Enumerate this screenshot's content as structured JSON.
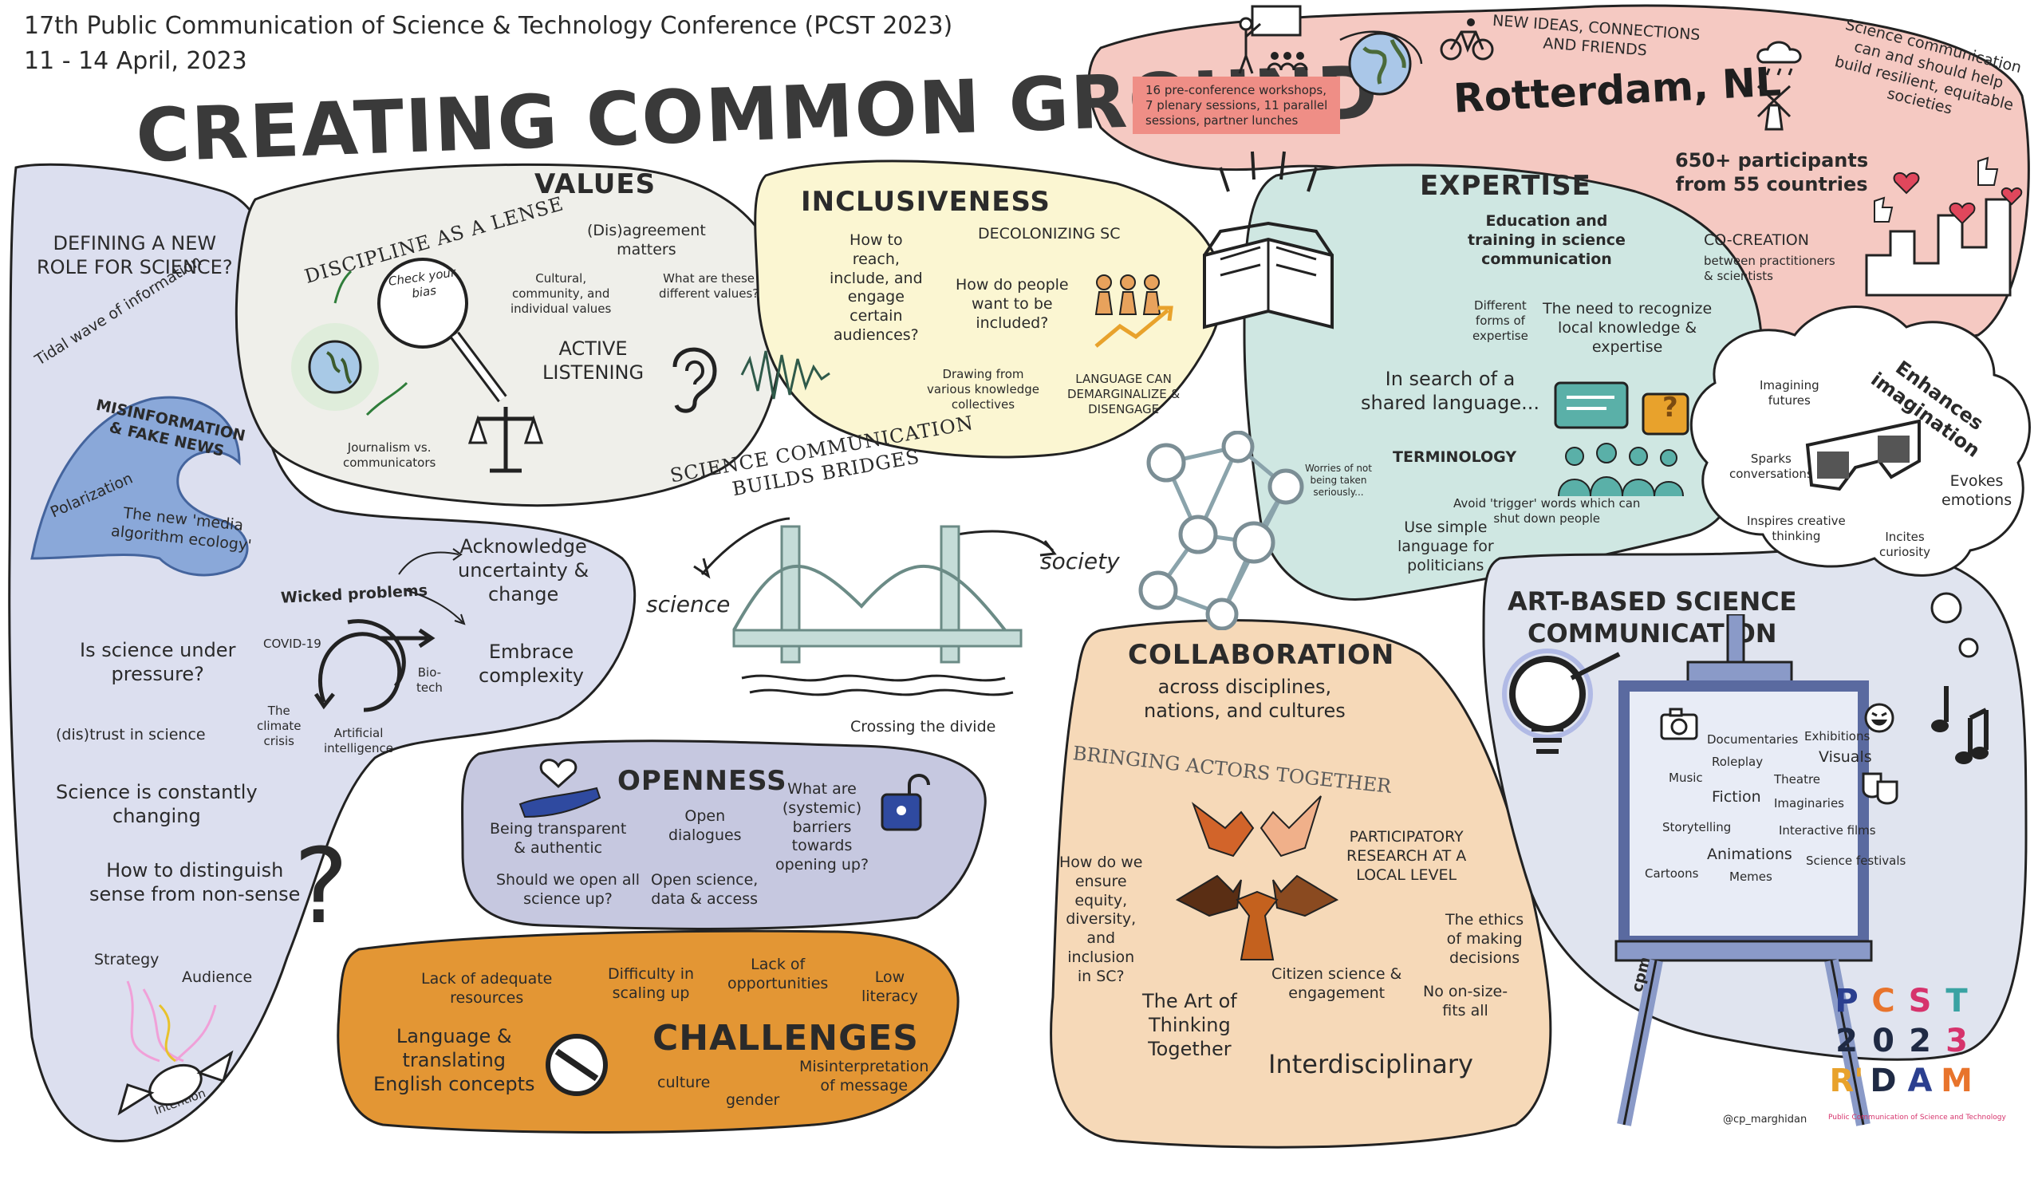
{
  "header": {
    "conference": "17th Public Communication of Science & Technology Conference (PCST 2023)",
    "dates": "11 - 14 April, 2023",
    "main_title": "CREATING COMMON GROUND"
  },
  "rotterdam": {
    "box_text": "16 pre-conference workshops,\n7 plenary sessions, 11 parallel\nsessions, partner lunches",
    "new_ideas": "NEW IDEAS, CONNECTIONS\nAND FRIENDS",
    "city": "Rotterdam, NL",
    "participants": "650+ participants\nfrom 55 countries",
    "cocreation_title": "CO-CREATION",
    "cocreation_sub": "between practitioners\n& scientists",
    "resilient": "Science communication\ncan and should help\nbuild resilient, equitable\nsocieties"
  },
  "defining": {
    "title": "DEFINING A NEW\nROLE FOR SCIENCE?",
    "tidal": "Tidal wave of information",
    "misinfo": "MISINFORMATION\n& FAKE NEWS",
    "polarization": "Polarization",
    "media": "The new 'media\nalgorithm ecology'",
    "under_pressure": "Is science under\npressure?",
    "distrust": "(dis)trust in science",
    "changing": "Science is constantly\nchanging",
    "distinguish": "How to distinguish\nsense from non-sense",
    "question_mark": "?",
    "strategy": "Strategy",
    "audience": "Audience",
    "intention": "Intention"
  },
  "wicked": {
    "title": "Wicked problems",
    "covid": "COVID-19",
    "climate": "The\nclimate\ncrisis",
    "ai": "Artificial\nintelligence",
    "biotech": "Bio-\ntech",
    "acknowledge": "Acknowledge\nuncertainty &\nchange",
    "embrace": "Embrace\ncomplexity"
  },
  "values": {
    "title": "VALUES",
    "lens": "DISCIPLINE AS A LENSE",
    "check_bias": "Check your\nbias",
    "disagreement": "(Dis)agreement\nmatters",
    "cultural": "Cultural,\ncommunity, and\nindividual values",
    "different": "What are these\ndifferent values?",
    "active_listening": "ACTIVE\nLISTENING",
    "journalism": "Journalism vs.\ncommunicators"
  },
  "inclusiveness": {
    "title": "INCLUSIVENESS",
    "decolonizing": "DECOLONIZING SC",
    "how_to_reach": "How to\nreach,\ninclude, and\nengage\ncertain\naudiences?",
    "how_people": "How do people\nwant to be\nincluded?",
    "drawing": "Drawing from\nvarious knowledge\ncollectives",
    "language": "LANGUAGE CAN\nDEMARGINALIZE &\nDISENGAGE"
  },
  "expertise": {
    "title": "EXPERTISE",
    "education": "Education and\ntraining in science\ncommunication",
    "different_forms": "Different\nforms of\nexpertise",
    "need_recognize": "The need to recognize\nlocal knowledge &\nexpertise",
    "shared_language": "In search of a\nshared language...",
    "terminology": "TERMINOLOGY",
    "worries": "Worries of not\nbeing taken\nseriously...",
    "avoid": "Avoid 'trigger' words which can\nshut down people",
    "use_simple": "Use simple\nlanguage for\npoliticians"
  },
  "bridges": {
    "title": "SCIENCE COMMUNICATION\nBUILDS BRIDGES",
    "science": "science",
    "society": "society",
    "crossing": "Crossing the divide"
  },
  "openness": {
    "title": "OPENNESS",
    "transparent": "Being transparent\n& authentic",
    "open_dialogues": "Open\ndialogues",
    "barriers": "What are\n(systemic)\nbarriers\ntowards\nopening up?",
    "open_all": "Should we open all\nscience up?",
    "open_science": "Open science,\ndata & access"
  },
  "challenges": {
    "title": "CHALLENGES",
    "lack_resources": "Lack of adequate\nresources",
    "scaling": "Difficulty in\nscaling up",
    "opportunities": "Lack of\nopportunities",
    "literacy": "Low\nliteracy",
    "language": "Language &\ntranslating\nEnglish concepts",
    "culture": "culture",
    "gender": "gender",
    "misinterpretation": "Misinterpretation\nof message"
  },
  "collaboration": {
    "title": "COLLABORATION",
    "across": "across disciplines,\nnations, and cultures",
    "bringing": "BRINGING ACTORS TOGETHER",
    "equity": "How do we\nensure\nequity,\ndiversity,\nand\ninclusion\nin SC?",
    "participatory": "PARTICIPATORY\nRESEARCH AT A\nLOCAL LEVEL",
    "ethics": "The ethics\nof making\ndecisions",
    "citizen": "Citizen science &\nengagement",
    "no_one_size": "No on-size-\nfits all",
    "art_thinking": "The Art of\nThinking\nTogether",
    "interdisciplinary": "Interdisciplinary"
  },
  "imagination": {
    "imagining": "Imagining\nfutures",
    "enhances": "Enhances\nimagination",
    "sparks": "Sparks\nconversations",
    "evokes": "Evokes\nemotions",
    "inspires": "Inspires creative\nthinking",
    "incites": "Incites\ncuriosity"
  },
  "art": {
    "title": "ART-BASED SCIENCE\nCOMMUNICATION",
    "documentaries": "Documentaries",
    "exhibitions": "Exhibitions",
    "roleplay": "Roleplay",
    "visuals": "Visuals",
    "music": "Music",
    "theatre": "Theatre",
    "fiction": "Fiction",
    "imaginaries": "Imaginaries",
    "storytelling": "Storytelling",
    "interactive": "Interactive films",
    "animations": "Animations",
    "cartoons": "Cartoons",
    "memes": "Memes",
    "festivals": "Science festivals",
    "signature": "cpm"
  },
  "footer": {
    "logo_rows": [
      [
        "P",
        "C",
        "S",
        "T"
      ],
      [
        "2",
        "0",
        "2",
        "3"
      ],
      [
        "R'",
        "D",
        "A",
        "M"
      ]
    ],
    "logo_colors": [
      [
        "#2b3f8f",
        "#e8742c",
        "#d6336c",
        "#3aa3a3"
      ],
      [
        "#1f2a44",
        "#1f2a44",
        "#1f2a44",
        "#d6336c"
      ],
      [
        "#e8a22c",
        "#1f2a44",
        "#2b3f8f",
        "#e8742c"
      ]
    ],
    "handle": "@cp_marghidan",
    "tagline": "Public Communication of Science and Technology"
  },
  "colors": {
    "defining": "#dcdfef",
    "values": "#efefea",
    "inclusiveness": "#fbf6d2",
    "expertise": "#cfe7e2",
    "rotterdam": "#f5c9c2",
    "openness": "#c6c8e0",
    "challenges": "#e39634",
    "collaboration": "#f6d9b8",
    "art": "#e0e4ef",
    "imagination": "#ffffff",
    "wave": "#7c9fd6"
  }
}
